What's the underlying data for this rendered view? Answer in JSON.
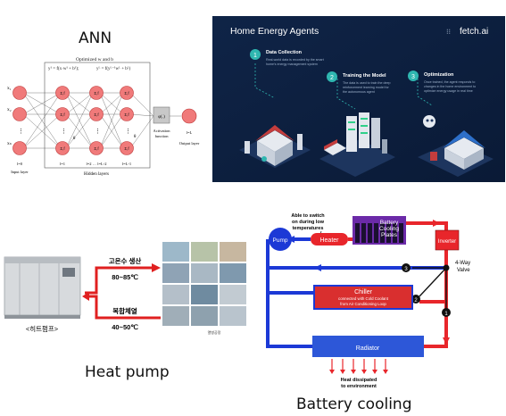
{
  "ann": {
    "title": "ANN",
    "optimized": "Optimized w and b",
    "eq_top": "y¹ = f(x·w¹ + b¹);",
    "eq_right": "yᴸ = f(yᴸ⁻¹wᴸ + bᴸ)",
    "x_labels": [
      "x₁",
      "x₂",
      "xₙ"
    ],
    "node_label": "Σ,f",
    "theta": "θ",
    "phi": "φ(.)",
    "activation": [
      "Activation",
      "function"
    ],
    "output_layer": "Output layer",
    "input_layer": "Input layer",
    "hidden_layers": "Hidden layers",
    "layer_l0": "l=0",
    "layer_l1": "l=1",
    "layer_mid": "l=2 … l=L-2",
    "layer_lL1": "l=L-1",
    "layer_lL": "l=L"
  },
  "agents": {
    "title": "Home Energy Agents",
    "logo": "fetch.ai",
    "steps": [
      {
        "num": "1",
        "title": "Data Collection",
        "desc": [
          "Real-world data is recorded by the smart",
          "home's energy management system"
        ]
      },
      {
        "num": "2",
        "title": "Training the Model",
        "desc": [
          "The data is used to train the deep",
          "reinforcement learning model for",
          "the autonomous agent"
        ]
      },
      {
        "num": "3",
        "title": "Optimization",
        "desc": [
          "Once trained, the agent responds to",
          "changes in the home environment to",
          "optimize energy usage in real time"
        ]
      }
    ]
  },
  "heatpump": {
    "top_label": "고온수 생산",
    "top_temp": "80~85℃",
    "bottom_label": "복합체열",
    "bottom_temp": "40~50℃",
    "machine_label": "<히트펌프>",
    "small_label": "열병공정",
    "caption": "Heat pump"
  },
  "battery": {
    "switch_note": [
      "Able to switch",
      "on during low",
      "temperatures"
    ],
    "pump": "Pump",
    "heater": "Heater",
    "plates": [
      "Battery",
      "Cooling",
      "Plates"
    ],
    "inverter": "Inverter",
    "valve": [
      "4-Way",
      "Valve"
    ],
    "chiller": "Chiller",
    "chiller_sub": [
      "connected with Cold Coolant",
      "from Air Conditioning Loop"
    ],
    "radiator": "Radiator",
    "heat_note": [
      "Heat dissipated",
      "to environment"
    ],
    "paths": [
      "1",
      "2",
      "3"
    ],
    "caption": "Battery cooling",
    "colors": {
      "hot": "#e8262b",
      "cold": "#1c39d6",
      "purple": "#6b2aa8",
      "radiator": "#2d57d8"
    }
  }
}
